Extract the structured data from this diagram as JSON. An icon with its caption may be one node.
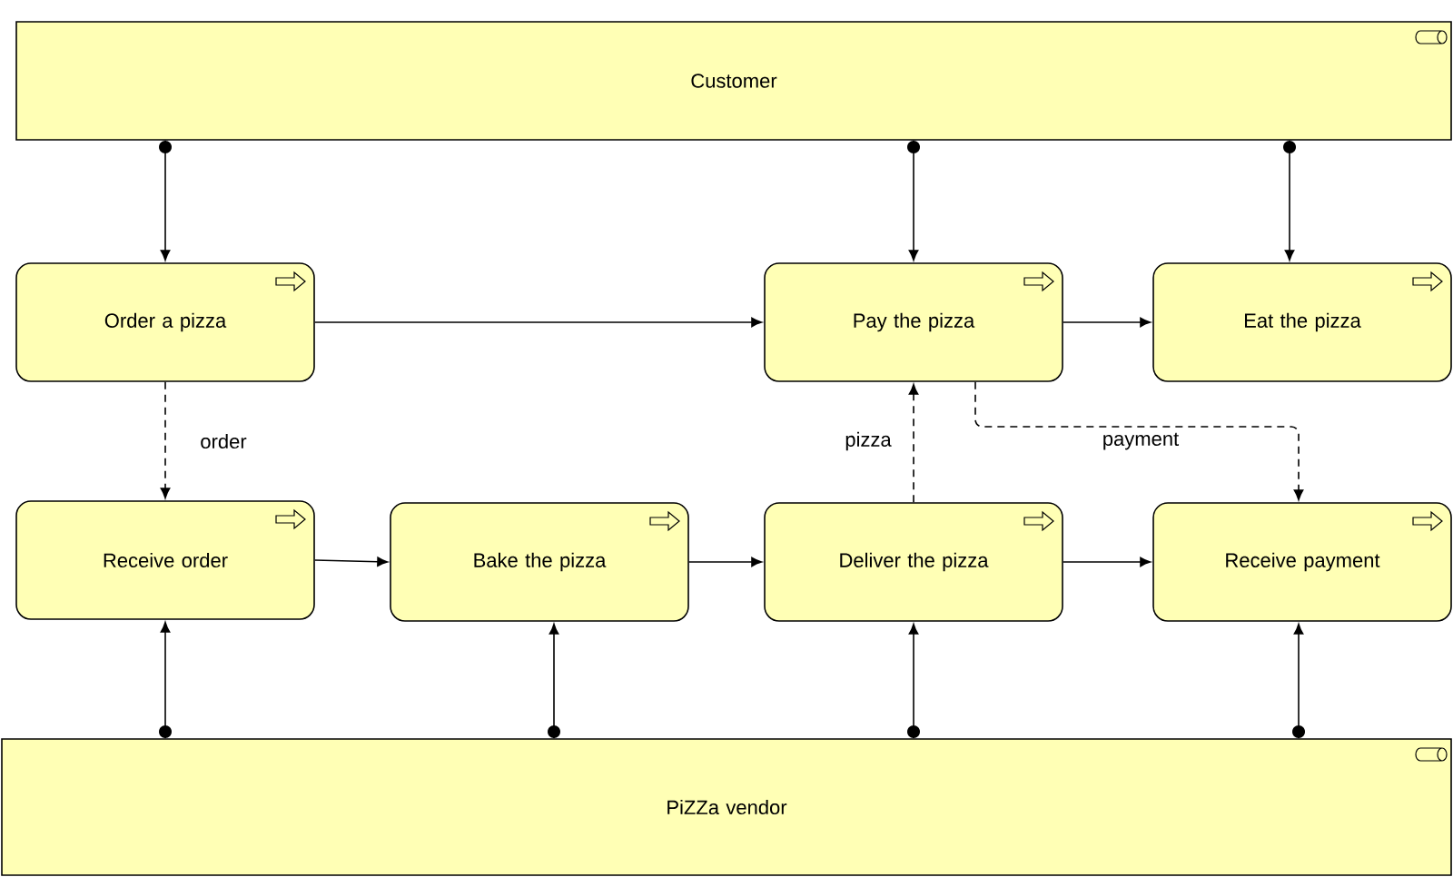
{
  "diagram": {
    "nodes": [
      {
        "text": [
          "Customer"
        ]
      },
      {
        "text": [
          "Order a pizza"
        ]
      },
      {
        "text": [
          "Pay the pizza"
        ]
      },
      {
        "text": [
          "Eat the pizza"
        ]
      },
      {
        "text": [
          "Receive order"
        ]
      },
      {
        "text": [
          "Bake the pizza"
        ]
      },
      {
        "text": [
          "Deliver the pizza"
        ]
      },
      {
        "text": [
          "Receive payment"
        ]
      },
      {
        "text": [
          "PiZZa vendor"
        ]
      }
    ],
    "edges": [
      {
        "from": 0,
        "to": 1,
        "arrow": "to"
      },
      {
        "from": 0,
        "to": 2,
        "arrow": "to"
      },
      {
        "from": 0,
        "to": 3,
        "arrow": "to"
      },
      {
        "from": 1,
        "to": 2,
        "arrow": "to"
      },
      {
        "from": 2,
        "to": 3,
        "arrow": "to"
      },
      {
        "from": 1,
        "to": 4,
        "arrow": "to",
        "style": "dashed",
        "label": "order"
      },
      {
        "from": 4,
        "to": 5,
        "arrow": "to"
      },
      {
        "from": 5,
        "to": 6,
        "arrow": "to"
      },
      {
        "from": 6,
        "to": 2,
        "arrow": "to",
        "style": "dashed",
        "label": "pizza"
      },
      {
        "from": 2,
        "to": 7,
        "arrow": "to",
        "style": "dashed",
        "label": "payment"
      },
      {
        "from": 6,
        "to": 7,
        "arrow": "to"
      },
      {
        "from": 8,
        "to": 4,
        "arrow": "to"
      },
      {
        "from": 8,
        "to": 5,
        "arrow": "to"
      },
      {
        "from": 8,
        "to": 6,
        "arrow": "to"
      },
      {
        "from": 8,
        "to": 7,
        "arrow": "to"
      }
    ]
  }
}
